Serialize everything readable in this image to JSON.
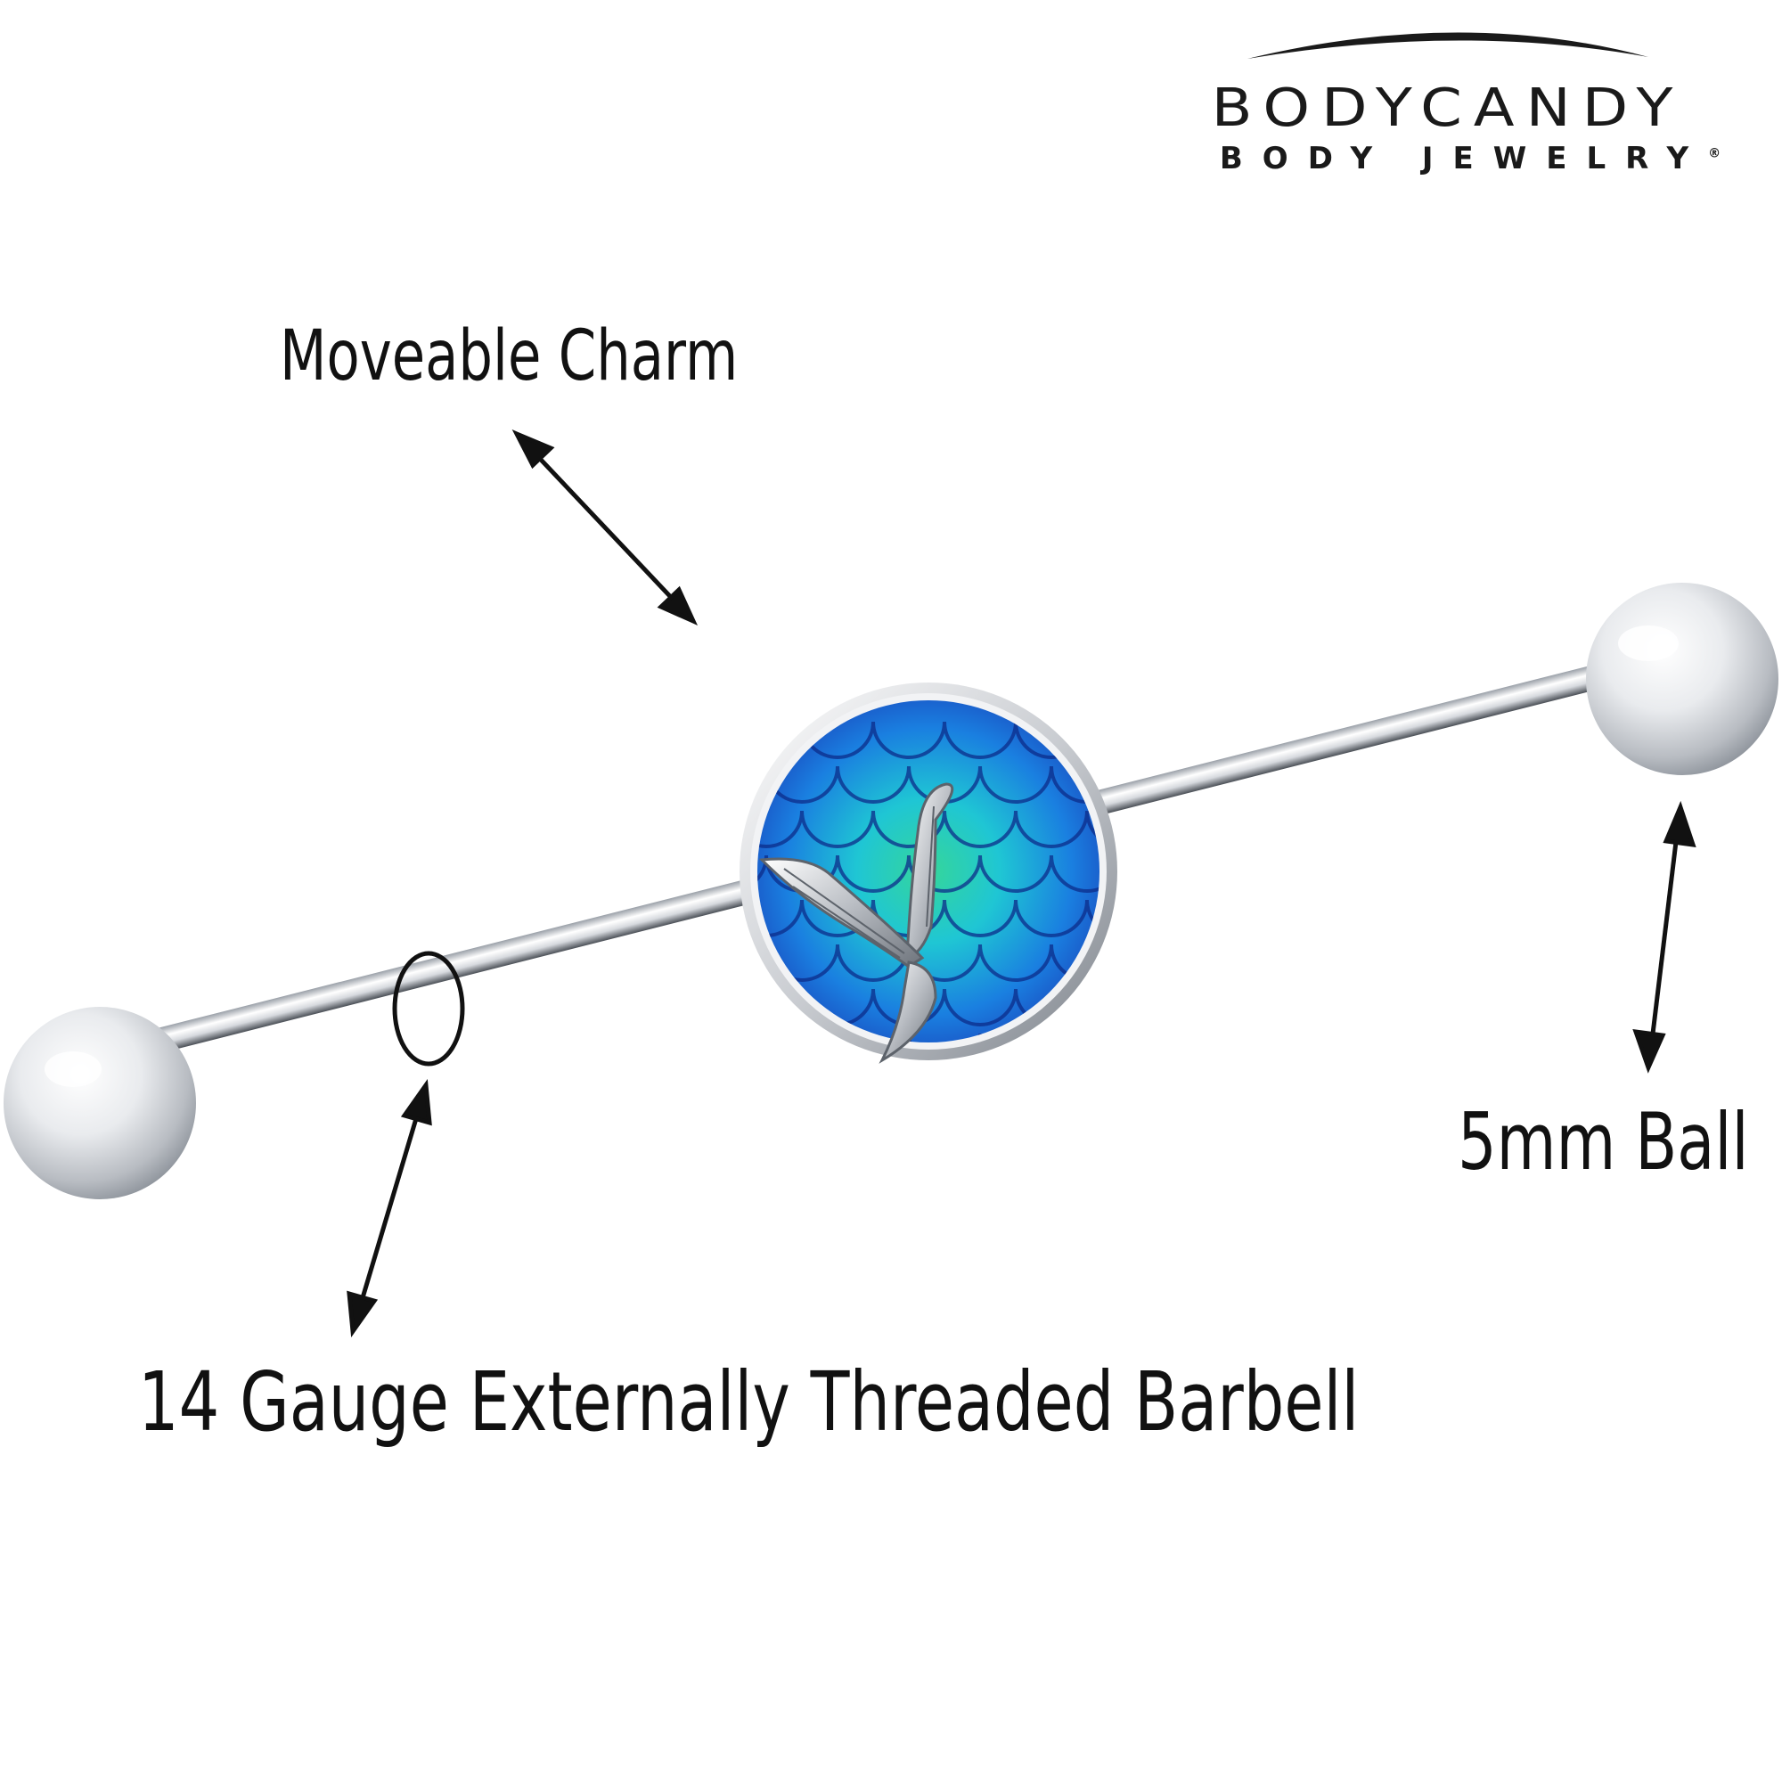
{
  "logo": {
    "brand": "BODYCANDY",
    "tagline": "BODY JEWELRY",
    "registered_mark": "®"
  },
  "annotations": {
    "charm_label": "Moveable Charm",
    "ball_label": "5mm Ball",
    "barbell_label": "14 Gauge Externally Threaded Barbell"
  },
  "colors": {
    "text": "#111111",
    "steel_light": "#f4f5f7",
    "steel_dark": "#8f959d",
    "charm_blue": "#1a4fd6",
    "charm_teal": "#1fc6d4",
    "charm_green": "#35d69a"
  },
  "icons": {
    "charm": "mermaid-tail-icon",
    "arrows": "double-headed-arrow-icon"
  }
}
